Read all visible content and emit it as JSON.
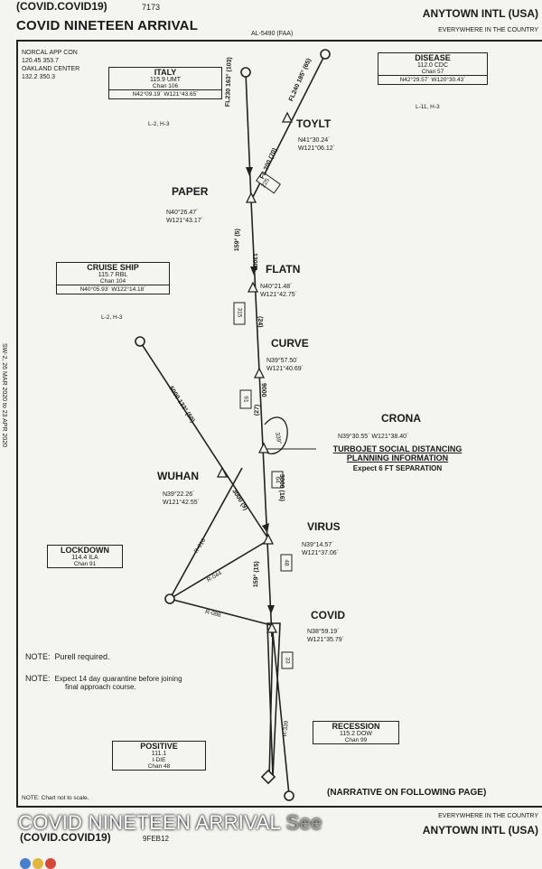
{
  "header": {
    "code": "(COVID.COVID19)",
    "chart_number": "7173",
    "title": "COVID NINETEEN ARRIVAL",
    "airport": "ANYTOWN INTL (USA)",
    "airport_sub": "EVERYWHERE IN THE COUNTRY",
    "al_number": "AL-5490 (FAA)"
  },
  "comms": {
    "line1": "NORCAL APP CON",
    "line2": "120.45  353.7",
    "line3": "OAKLAND CENTER",
    "line4": "132.2  350.3"
  },
  "side_text": "SW-2, 26 MAR 2020  to  23 APR 2020",
  "navaids": {
    "italy": {
      "name": "ITALY",
      "freq": "115.9  UMT",
      "chan": "Chan 106",
      "coord": "N42°09.19´ W121°43.65´",
      "class": "L-2, H-3"
    },
    "disease": {
      "name": "DISEASE",
      "freq": "112.0  CDC",
      "chan": "Chan 57",
      "coord": "N42°29.57´ W120°30.43´",
      "class": "L-11, H-3"
    },
    "cruise": {
      "name": "CRUISE SHIP",
      "freq": "115.7  RBL",
      "chan": "Chan 104",
      "coord": "N40°05.93´ W122°14.18´",
      "class": "L-2, H-3"
    },
    "lockdown": {
      "name": "LOCKDOWN",
      "freq": "114.4  ILA",
      "chan": "Chan 91"
    },
    "recession": {
      "name": "RECESSION",
      "freq": "115.2  DOW",
      "chan": "Chan 99"
    },
    "positive": {
      "name": "POSITIVE",
      "freq": "111.1",
      "sub": "I-DIE",
      "chan": "Chan 48"
    }
  },
  "fixes": {
    "toylt": {
      "name": "TOYLT",
      "coord1": "N41°30.24´",
      "coord2": "W121°06.12´"
    },
    "paper": {
      "name": "PAPER",
      "coord1": "N40°26.47´",
      "coord2": "W121°43.17´"
    },
    "flatn": {
      "name": "FLATN",
      "coord1": "N40°21.48´",
      "coord2": "W121°42.75´"
    },
    "curve": {
      "name": "CURVE",
      "coord1": "N39°57.50´",
      "coord2": "W121°40.69´"
    },
    "crona": {
      "name": "CRONA",
      "coord1": "N39°30.55´ W121°38.40´"
    },
    "wuhan": {
      "name": "WUHAN",
      "coord1": "N39°22.26´",
      "coord2": "W121°42.55´"
    },
    "virus": {
      "name": "VIRUS",
      "coord1": "N39°14.57´",
      "coord2": "W121°37.06´"
    },
    "covid": {
      "name": "COVID",
      "coord1": "N38°59.19´",
      "coord2": "W121°35.79´"
    }
  },
  "holding": {
    "line1": "TURBOJET SOCIAL DISTANCING",
    "line2": "PLANNING INFORMATION",
    "line3": "Expect 6 FT SEPARATION"
  },
  "legs": {
    "italy_alt": "FL230",
    "italy_crs": "163°",
    "italy_dist": "(103)",
    "disease_alt": "FL240",
    "disease_crs": "185°",
    "disease_dist": "(65)",
    "toylt_alt": "FL 200",
    "toylt_dist": "(70)",
    "toylt_box": "225",
    "paper_crs": "159°",
    "paper_alt": "13000",
    "paper_dist": "(5)",
    "flatn_box": "315",
    "flatn_dist": "(24)",
    "curve_box": "91",
    "curve_alt": "9000",
    "curve_dist": "(27)",
    "crona_r": "339°",
    "cruise_alt": "5000",
    "cruise_crs": "133°",
    "cruise_dist": "(50)",
    "wuhan_alt": "3000",
    "wuhan_dist": "(9)",
    "crona_box": "64",
    "crona_alt": "3000",
    "crona_dist": "(16)",
    "virus_box": "48",
    "virus_crs": "159°",
    "virus_dist": "(15)",
    "covid_box": "33",
    "r016": "R-016",
    "r044": "R-044",
    "r086": "R-086",
    "r339": "R-339"
  },
  "notes": {
    "note1_label": "NOTE:",
    "note1": "Purell required.",
    "note2_label": "NOTE:",
    "note2_a": "Expect 14 day quarantine before joining",
    "note2_b": "final approach course.",
    "scale": "NOTE:  Chart not to scale.",
    "narrative": "(NARRATIVE ON FOLLOWING PAGE)"
  },
  "footer": {
    "code": "(COVID.COVID19)",
    "num": "9FEB12",
    "airport": "ANYTOWN INTL (USA)",
    "airport_sub": "EVERYWHERE IN THE COUNTRY",
    "overlay_title": "COVID NINETEEN ARRIVAL",
    "overlay_more": "See"
  }
}
